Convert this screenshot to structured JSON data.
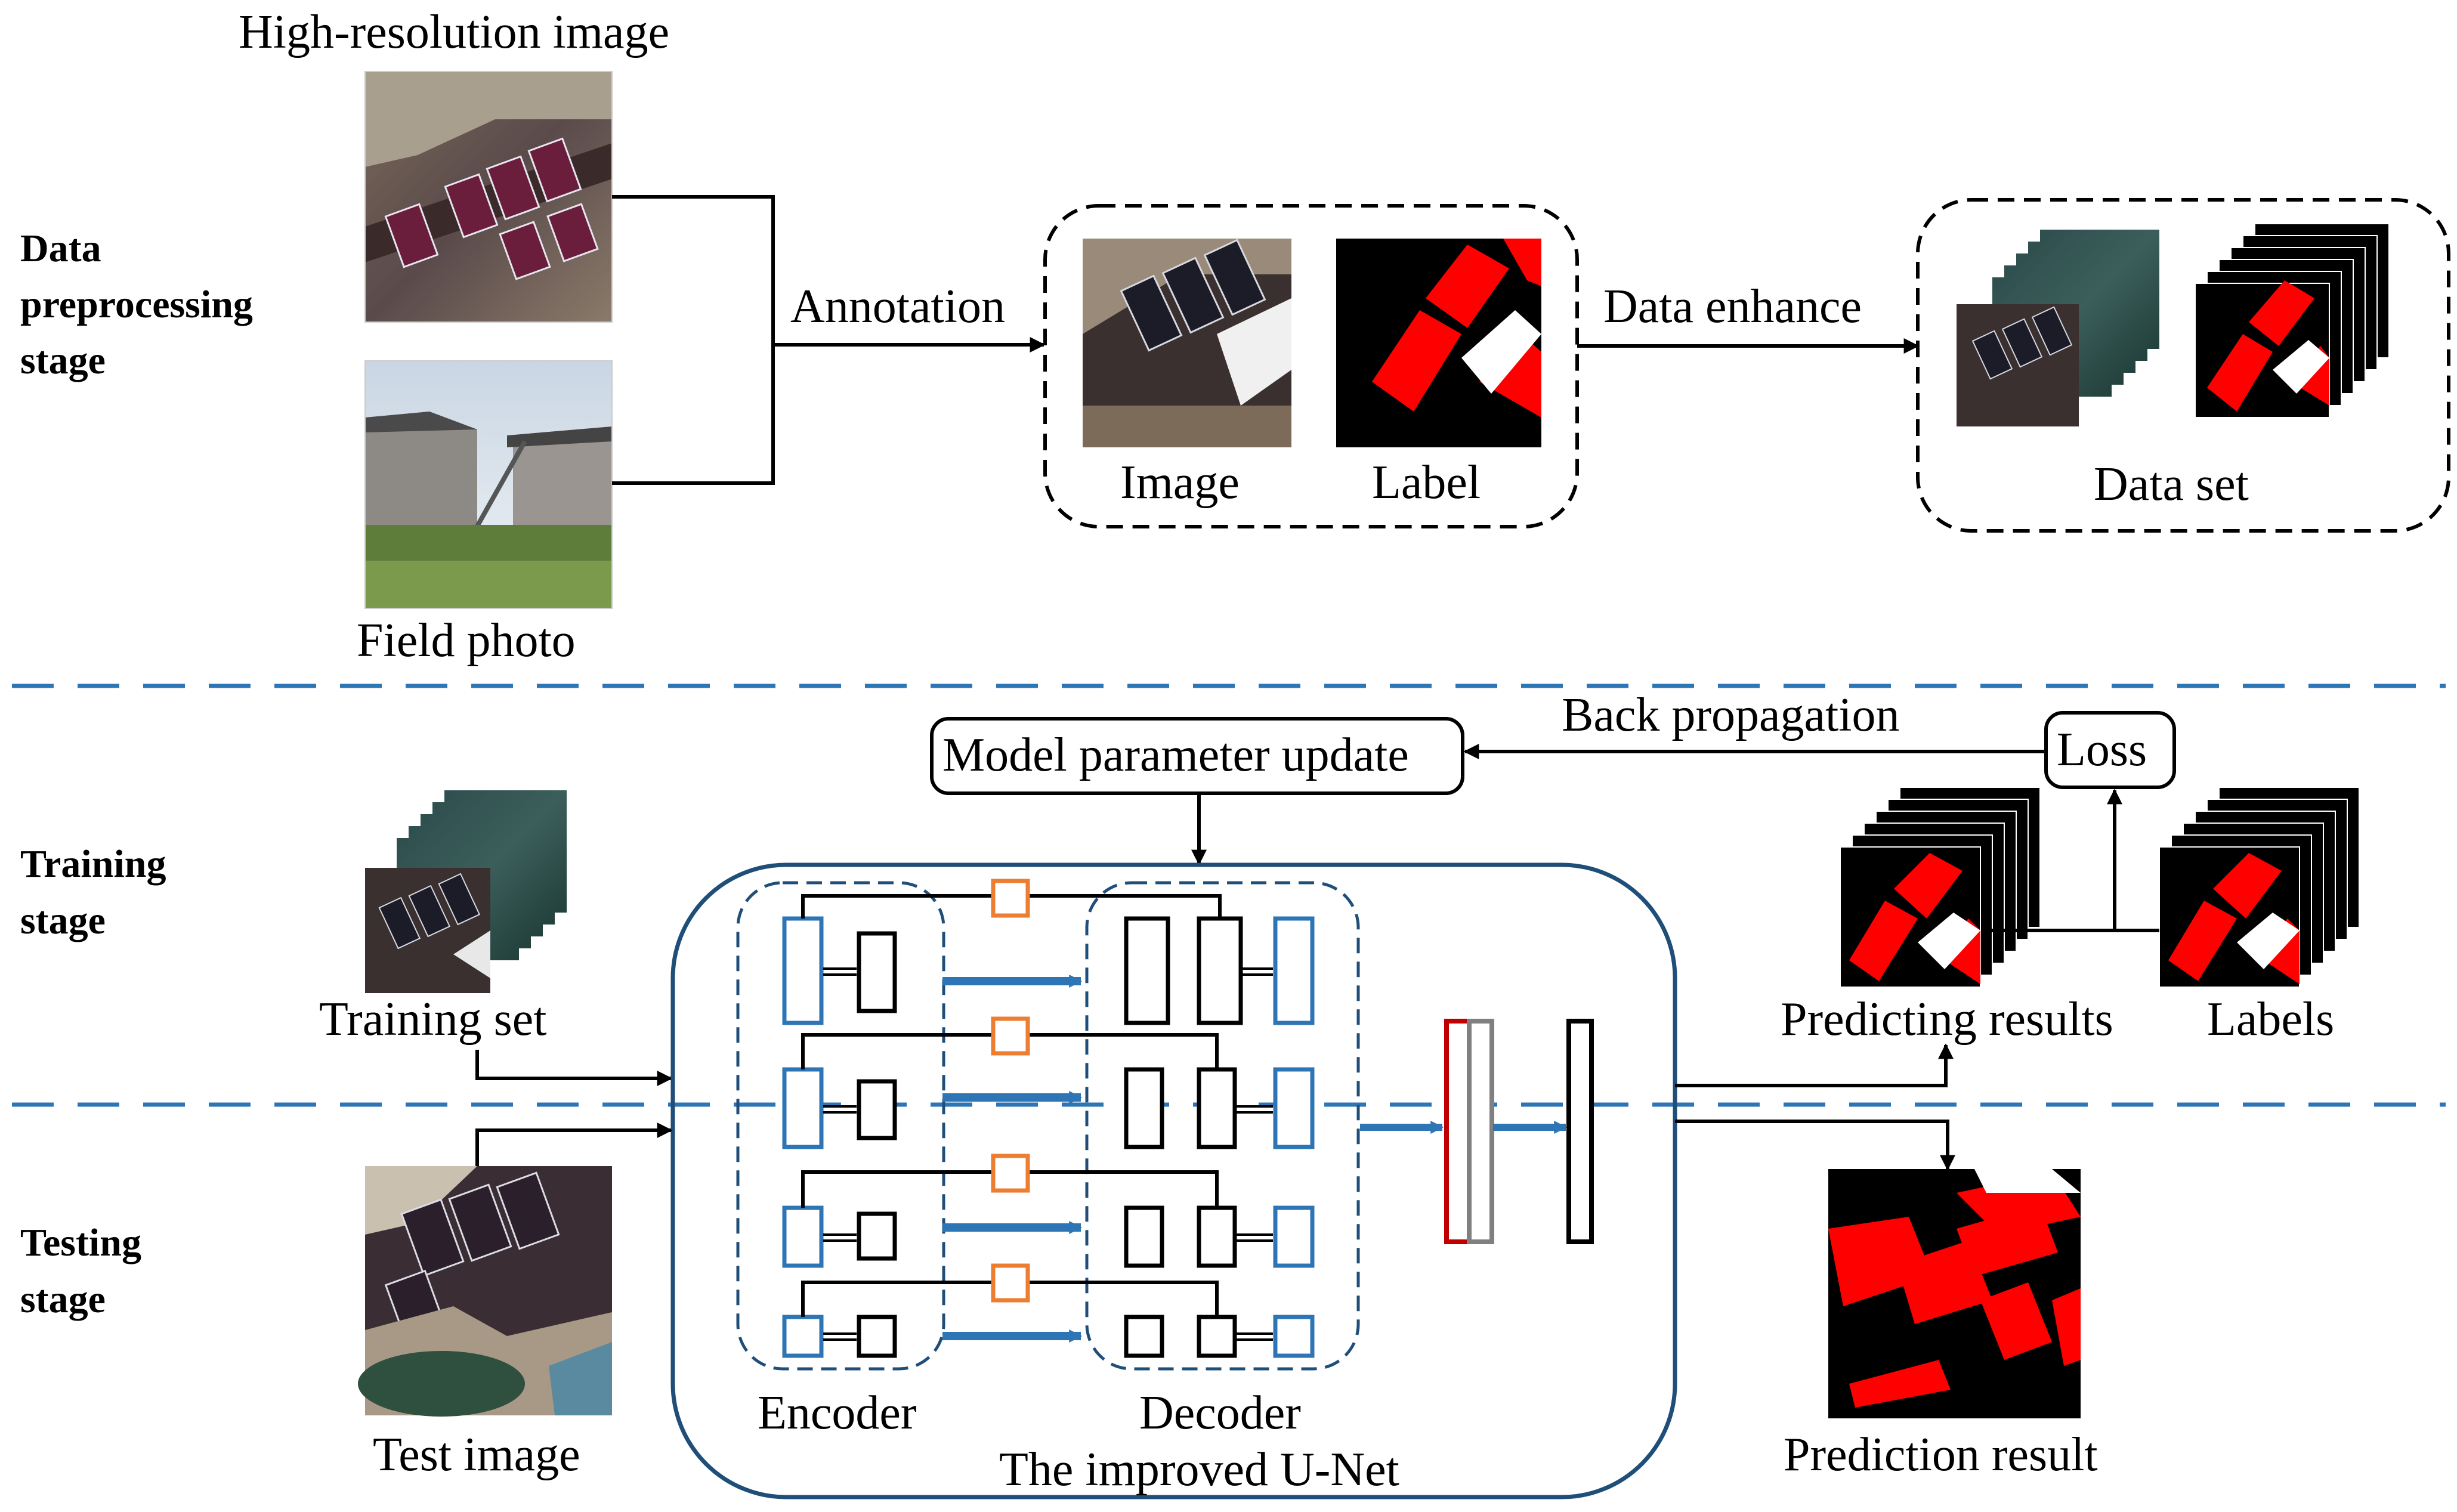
{
  "stages": {
    "preprocessing": [
      "Data",
      "preprocessing",
      "stage"
    ],
    "training": [
      "Training",
      "stage"
    ],
    "testing": [
      "Testing",
      "stage"
    ]
  },
  "preprocessing": {
    "high_res_label": "High-resolution image",
    "field_photo_label": "Field photo",
    "annotation_label": "Annotation",
    "image_label": "Image",
    "label_label": "Label",
    "data_enhance_label": "Data enhance",
    "data_set_label": "Data set"
  },
  "training": {
    "model_update_label": "Model parameter update",
    "back_propagation_label": "Back propagation",
    "loss_label": "Loss",
    "training_set_label": "Training set",
    "predicting_results_label": "Predicting results",
    "labels_label": "Labels"
  },
  "unet": {
    "encoder_label": "Encoder",
    "decoder_label": "Decoder",
    "title": "The improved U-Net"
  },
  "testing": {
    "test_image_label": "Test image",
    "prediction_result_label": "Prediction result"
  },
  "colors": {
    "blue_block": "#2e75b6",
    "dark_blue_frame": "#1f4e79",
    "orange_skip": "#ed7d31",
    "red_layer": "#c00000",
    "gray_layer": "#808080",
    "dashed_divider": "#2e75b6",
    "label_red": "#ff0000"
  }
}
